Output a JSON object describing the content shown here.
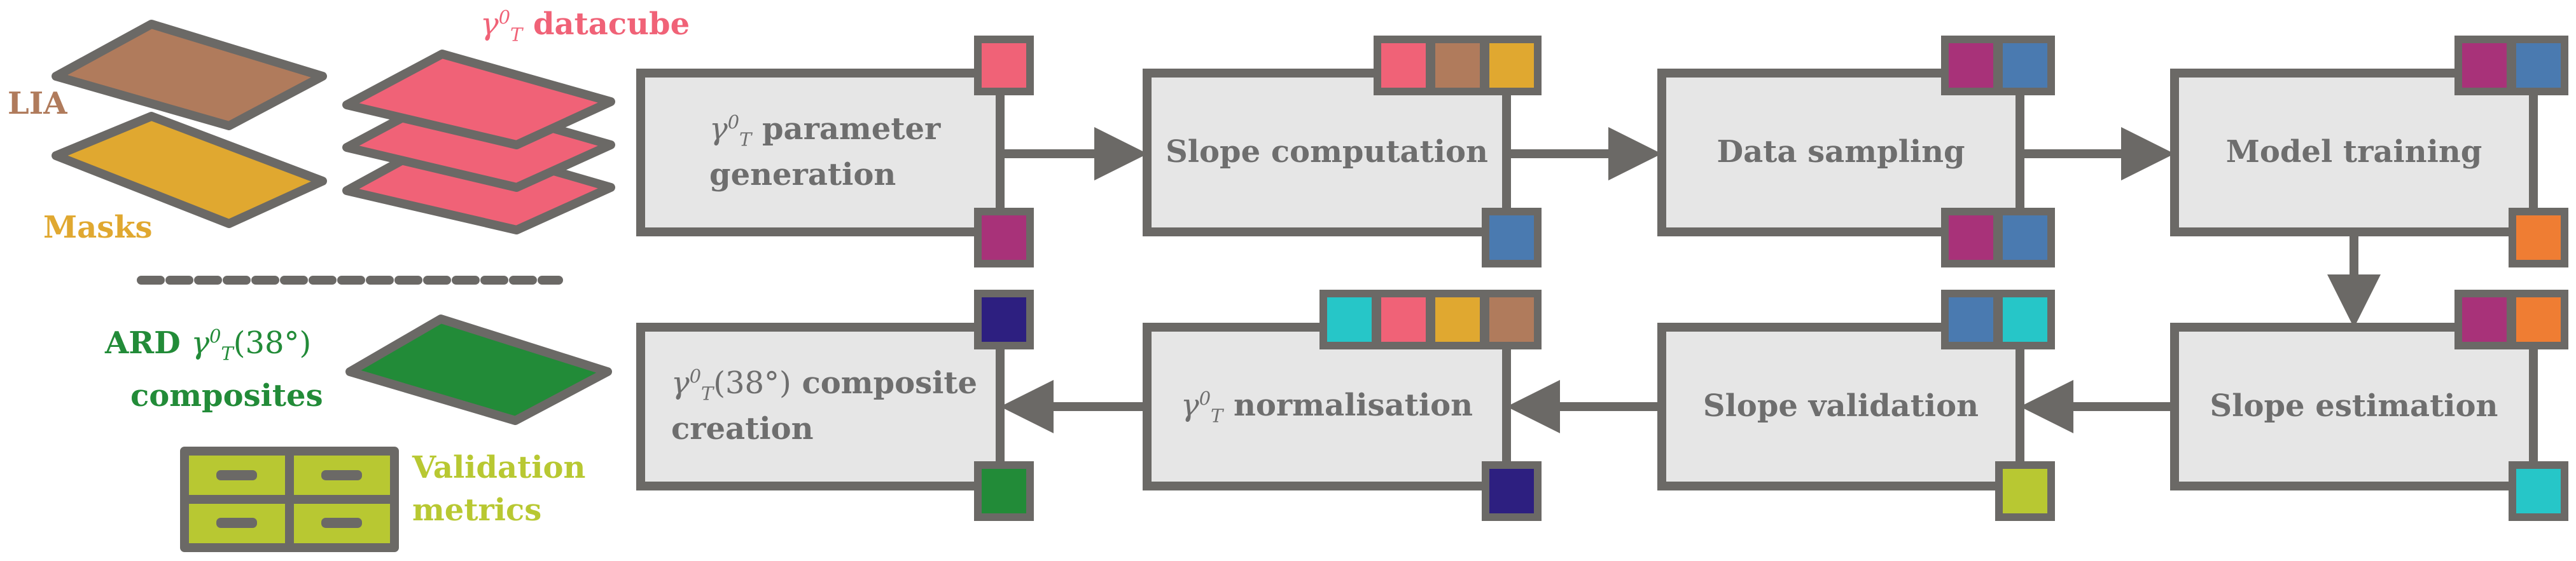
{
  "colors": {
    "lia": "#b07b5c",
    "masks": "#e0a830",
    "datacube": "#f06277",
    "composite": "#228b38",
    "metrics": "#b8c832",
    "magenta": "#a83279",
    "blue": "#4a7ab0",
    "orange": "#ef7d33",
    "teal": "#26c6c8",
    "navy": "#2d1f80",
    "box_fill": "#e6e6e6",
    "stroke": "#6b6966"
  },
  "legend": {
    "lia_label": "LIA",
    "masks_label": "Masks",
    "datacube_symbol": "γ",
    "datacube_sub": "T",
    "datacube_sup": "0",
    "datacube_label": "datacube",
    "ard_prefix": "ARD",
    "ard_symbol": "γ",
    "ard_sub": "T",
    "ard_sup": "0",
    "ard_angle": "(38°)",
    "ard_line2": "composites",
    "validation_line1": "Validation",
    "validation_line2": "metrics"
  },
  "steps": {
    "param": {
      "symbol": "γ",
      "sub": "T",
      "sup": "0",
      "line1": "parameter",
      "line2": "generation"
    },
    "slope_comp": {
      "label": "Slope computation"
    },
    "sampling": {
      "label": "Data sampling"
    },
    "training": {
      "label": "Model training"
    },
    "estimation": {
      "label": "Slope estimation"
    },
    "validation": {
      "label": "Slope validation"
    },
    "normalisation": {
      "symbol": "γ",
      "sub": "T",
      "sup": "0",
      "label": "normalisation"
    },
    "composite": {
      "symbol": "γ",
      "sub": "T",
      "sup": "0",
      "angle": "(38°)",
      "line1": "composite",
      "line2": "creation"
    }
  }
}
